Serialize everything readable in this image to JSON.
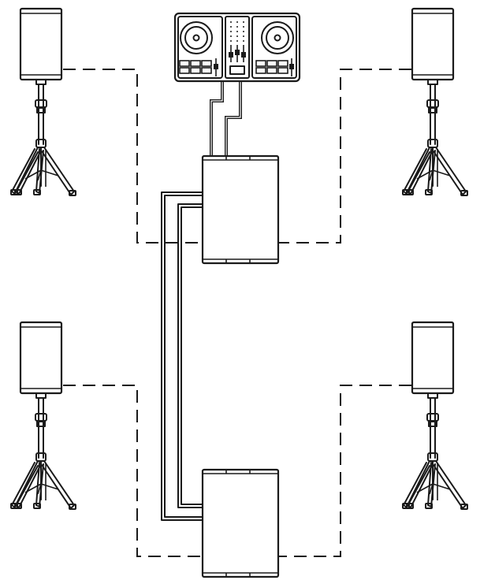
{
  "colors": {
    "line": "#1a1a1a",
    "background": "#ffffff"
  },
  "components": {
    "controller": "dj-controller",
    "subwoofers": [
      "subwoofer-top",
      "subwoofer-bottom"
    ],
    "speakers": [
      "speaker-top-left",
      "speaker-top-right",
      "speaker-bottom-left",
      "speaker-bottom-right"
    ]
  },
  "icons": [
    "dj-controller-icon",
    "speaker-on-tripod-icon",
    "subwoofer-icon"
  ]
}
